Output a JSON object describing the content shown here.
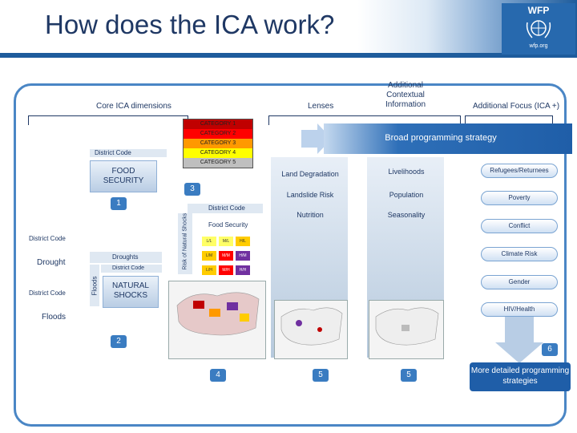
{
  "title": "How does the ICA work?",
  "logo": {
    "top": "WFP",
    "bottom": "wfp.org"
  },
  "headers": {
    "core": "Core ICA dimensions",
    "lenses": "Lenses",
    "additional_info": "Additional Contextual Information",
    "additional_focus": "Additional Focus (ICA +)"
  },
  "categories": [
    {
      "label": "CATEGORY 1",
      "color": "#c00000"
    },
    {
      "label": "CATEGORY 2",
      "color": "#ff0000"
    },
    {
      "label": "CATEGORY 3",
      "color": "#ff9900"
    },
    {
      "label": "CATEGORY 4",
      "color": "#ffff00"
    },
    {
      "label": "CATEGORY 5",
      "color": "#bfbfbf"
    }
  ],
  "banner": "Broad programming strategy",
  "core": {
    "district_code": "District Code",
    "food_security": "FOOD SECURITY",
    "drought": "Drought",
    "floods": "Floods",
    "droughts": "Droughts",
    "floods_vertical": "Floods",
    "natural_shocks": "NATURAL SHOCKS",
    "risk_axis": "Risk of Natural Shocks",
    "food_security_axis": "Food Security"
  },
  "matrix": [
    [
      {
        "t": "L/L",
        "c": "#ffff66"
      },
      {
        "t": "M/L",
        "c": "#ffff66"
      },
      {
        "t": "H/L",
        "c": "#ffcc00"
      }
    ],
    [
      {
        "t": "L/M",
        "c": "#ffcc00"
      },
      {
        "t": "M/M",
        "c": "#ff0000"
      },
      {
        "t": "H/M",
        "c": "#7030a0"
      }
    ],
    [
      {
        "t": "L/H",
        "c": "#ffcc00"
      },
      {
        "t": "M/H",
        "c": "#ff0000"
      },
      {
        "t": "H/H",
        "c": "#7030a0"
      }
    ]
  ],
  "lenses": [
    "Land Degradation",
    "Landslide Risk",
    "Nutrition"
  ],
  "additional_info": [
    "Livelihoods",
    "Population",
    "Seasonality"
  ],
  "focus": [
    "Refugees/Returnees",
    "Poverty",
    "Conflict",
    "Climate Risk",
    "Gender",
    "HIV/Health"
  ],
  "numbers": {
    "n1": "1",
    "n2": "2",
    "n3": "3",
    "n4": "4",
    "n5a": "5",
    "n5b": "5",
    "n6": "6"
  },
  "bottom_text": "More detailed programming strategies"
}
